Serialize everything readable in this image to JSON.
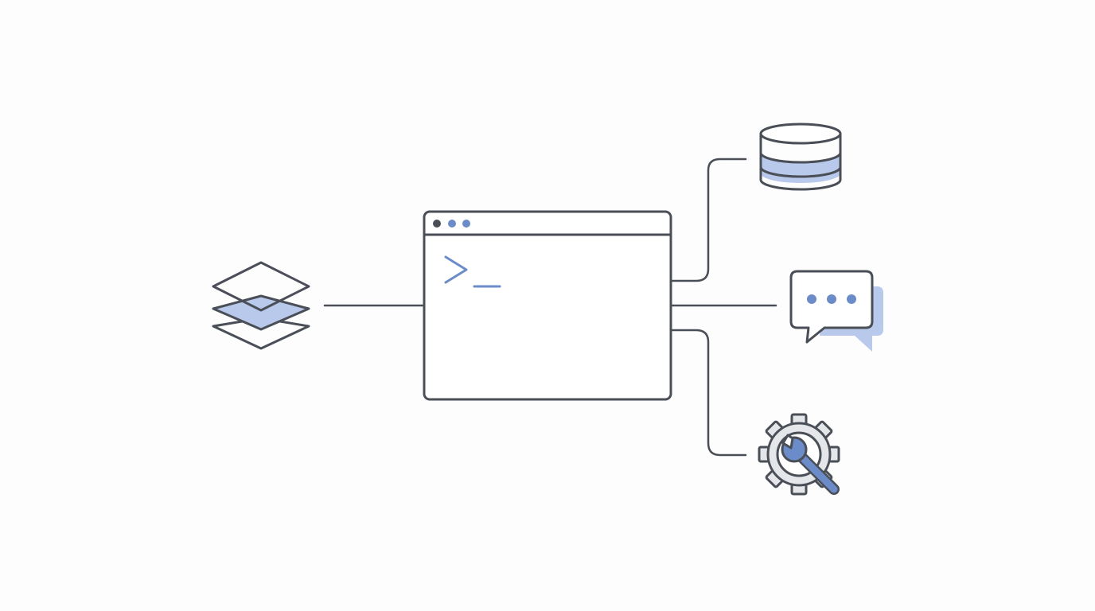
{
  "colors": {
    "background": "#fdfdfd",
    "outline": "#4a4f57",
    "accent": "#6b8cc9",
    "accent_light": "#b9c9ec",
    "gear_fill": "#e4e6ea"
  },
  "nodes": {
    "source": {
      "icon": "layers-icon"
    },
    "center": {
      "icon": "terminal-window-icon",
      "prompt_glyph": ">_",
      "window_dots": 3
    },
    "targets": [
      {
        "icon": "database-icon"
      },
      {
        "icon": "chat-bubble-icon"
      },
      {
        "icon": "gear-wrench-icon"
      }
    ]
  },
  "connections": [
    {
      "from": "source",
      "to": "center"
    },
    {
      "from": "center",
      "to": "database"
    },
    {
      "from": "center",
      "to": "chat"
    },
    {
      "from": "center",
      "to": "settings"
    }
  ]
}
